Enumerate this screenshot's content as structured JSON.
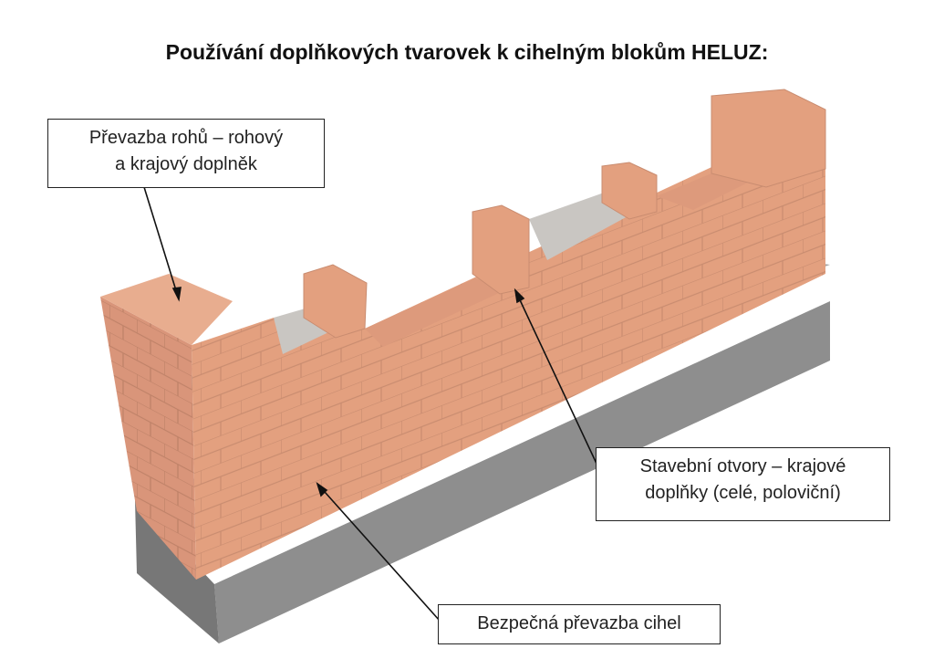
{
  "title": "Používání doplňkových tvarovek k cihelným blokům HELUZ:",
  "labels": {
    "corner": {
      "line1": "Převazba rohů – rohový",
      "line2": "a krajový doplněk"
    },
    "openings": {
      "line1": "Stavební otvory – krajové",
      "line2": "doplňky (celé, poloviční)"
    },
    "bond": {
      "line1": "Bezpečná převazba cihel"
    }
  },
  "colors": {
    "brick": "#e3a07f",
    "brick_dark": "#c7876a",
    "concrete": "#8f8f8f",
    "infill": "#c9c6c2"
  }
}
